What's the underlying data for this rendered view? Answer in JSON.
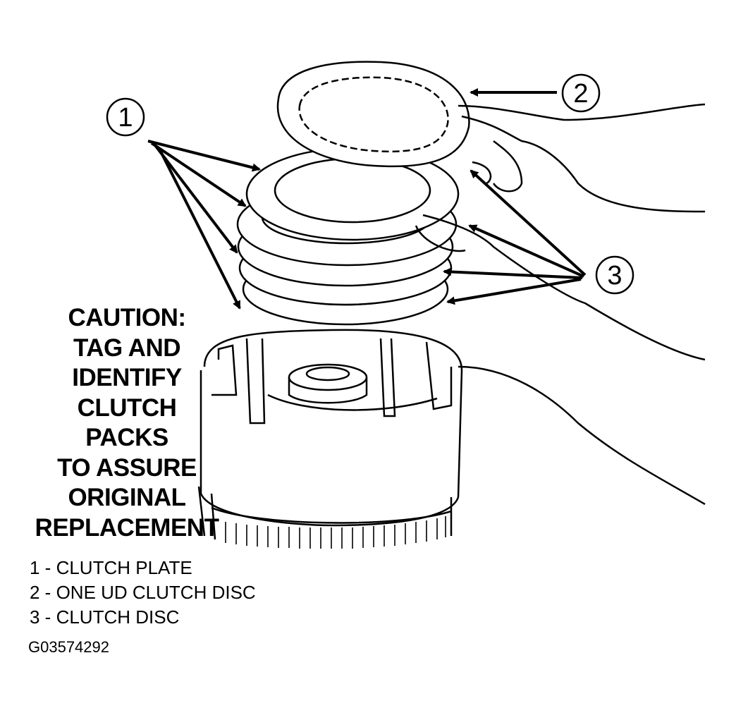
{
  "callouts": [
    {
      "id": "1",
      "label": "1"
    },
    {
      "id": "2",
      "label": "2"
    },
    {
      "id": "3",
      "label": "3"
    }
  ],
  "caution": {
    "lines": [
      "CAUTION:",
      "TAG AND",
      "IDENTIFY",
      "CLUTCH",
      "PACKS",
      "TO ASSURE",
      "ORIGINAL",
      "REPLACEMENT"
    ]
  },
  "legend": [
    {
      "number": "1",
      "text": "1 - CLUTCH PLATE"
    },
    {
      "number": "2",
      "text": "2 - ONE UD CLUTCH DISC"
    },
    {
      "number": "3",
      "text": "3 - CLUTCH DISC"
    }
  ],
  "figure_id": "G03574292"
}
